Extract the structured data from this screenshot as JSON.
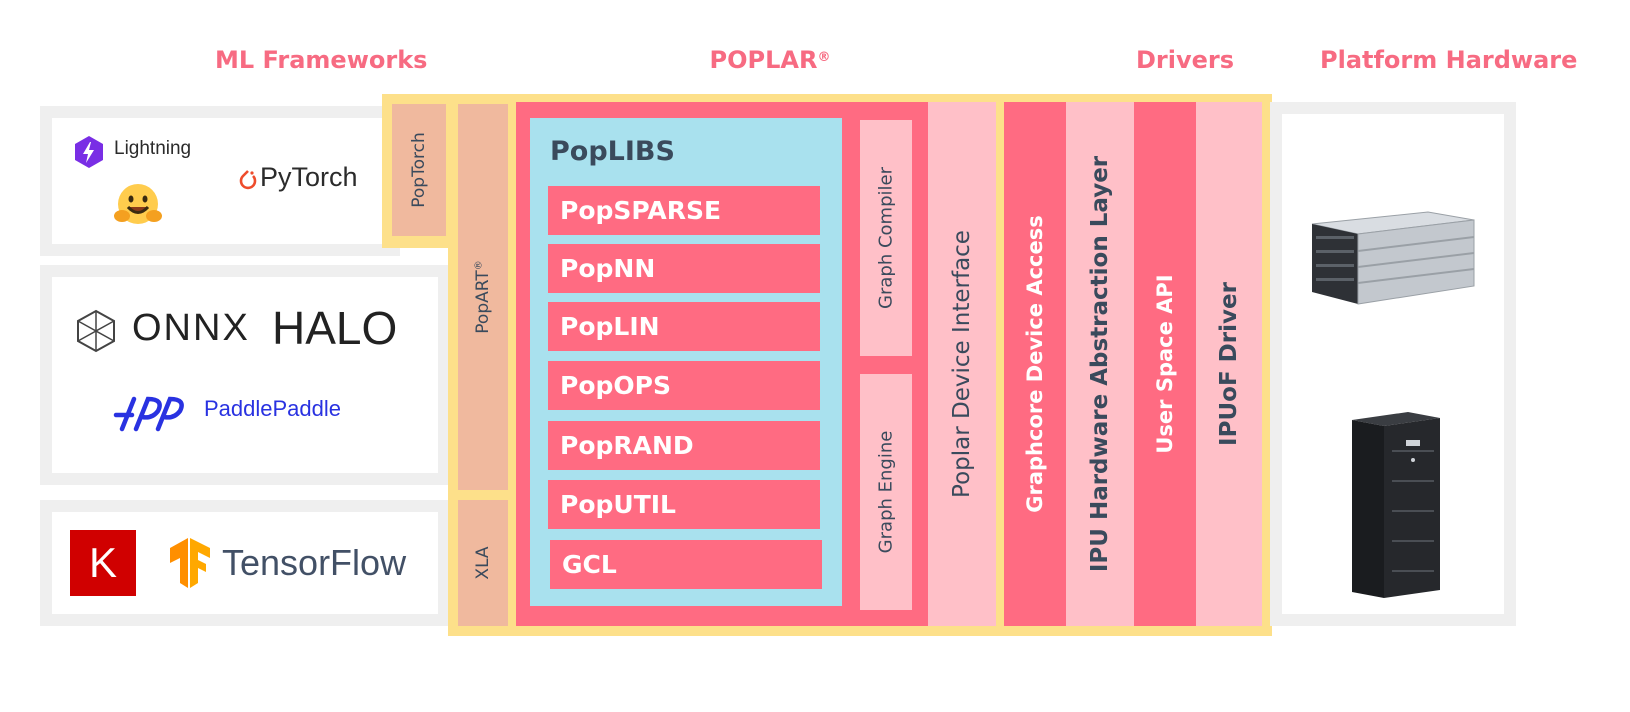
{
  "headers": {
    "ml_frameworks": "ML Frameworks",
    "poplar": "POPLAR",
    "poplar_mark": "®",
    "drivers": "Drivers",
    "platform_hardware": "Platform Hardware"
  },
  "frameworks": {
    "lightning": "Lightning",
    "pytorch": "PyTorch",
    "onnx": "ONNX",
    "halo": "HALO",
    "paddlepaddle": "PaddlePaddle",
    "keras_letter": "K",
    "tensorflow": "TensorFlow"
  },
  "bridges": {
    "poptorch": "PopTorch",
    "popart": "PopART",
    "popart_mark": "®",
    "xla": "XLA"
  },
  "poplibs": {
    "title": "PopLIBS",
    "items": [
      "PopSPARSE",
      "PopNN",
      "PopLIN",
      "PopOPS",
      "PopRAND",
      "PopUTIL",
      "GCL"
    ]
  },
  "graph": {
    "compiler": "Graph Compiler",
    "engine": "Graph Engine"
  },
  "device_interface": "Poplar Device Interface",
  "drivers": [
    "Graphcore Device Access",
    "IPU Hardware Abstraction Layer",
    "User Space API",
    "IPUoF Driver"
  ],
  "colors": {
    "accent": "#f76b82",
    "yellow": "#fde08a",
    "salmon": "#f0b99e",
    "red": "#ff6b82",
    "pink": "#ffc0c8",
    "lightblue": "#a9e1ee",
    "gray": "#efefef",
    "text_dark": "#3a4a5c"
  }
}
